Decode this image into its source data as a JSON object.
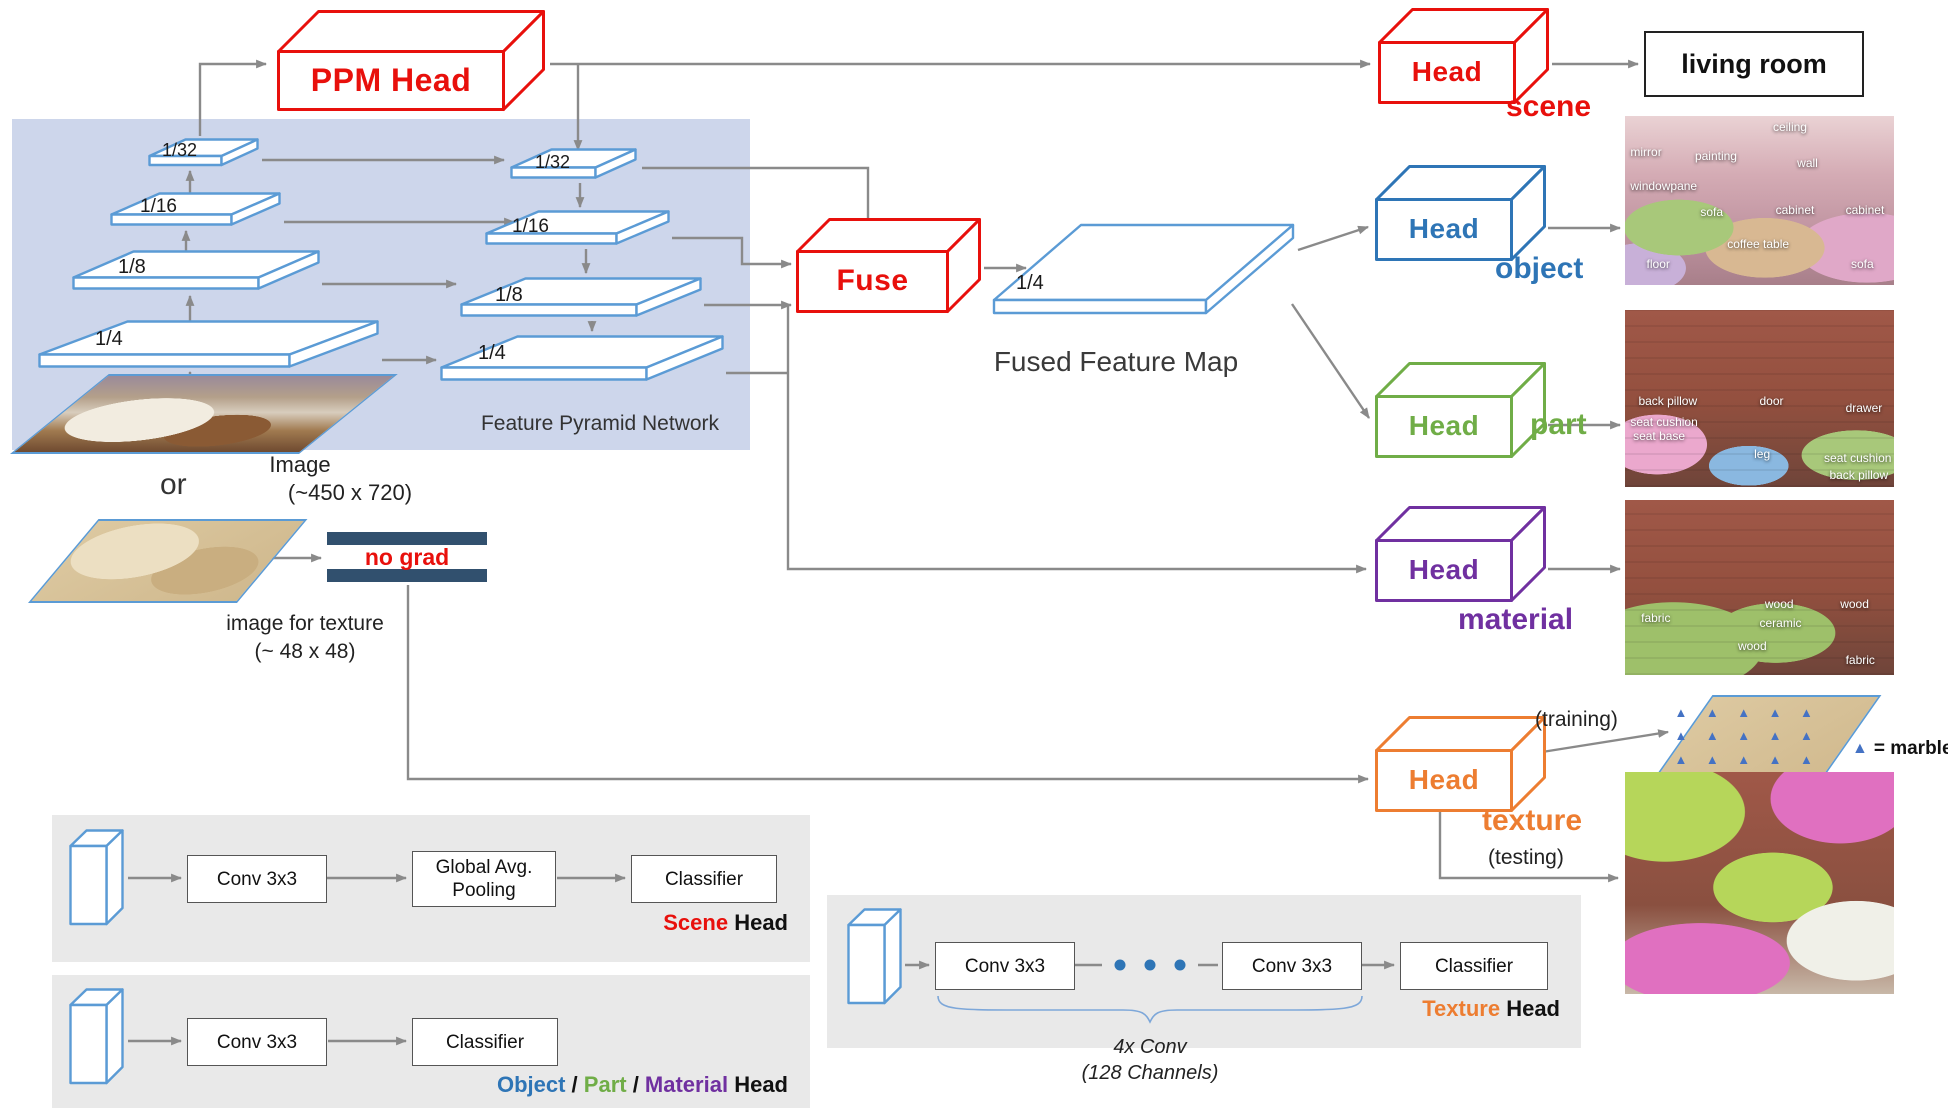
{
  "ppm_head": {
    "label": "PPM Head"
  },
  "fpn": {
    "title": "Feature Pyramid Network",
    "left_scales": [
      "1/32",
      "1/16",
      "1/8",
      "1/4"
    ],
    "right_scales": [
      "1/32",
      "1/16",
      "1/8",
      "1/4"
    ]
  },
  "inputs": {
    "or": "or",
    "image_caption_1": "Image",
    "image_caption_2": "(~450 x 720)",
    "texture_caption_1": "image for texture",
    "texture_caption_2": "(~ 48 x 48)",
    "no_grad": "no grad"
  },
  "fuse": {
    "label": "Fuse"
  },
  "fused_map": {
    "scale": "1/4",
    "caption": "Fused Feature Map"
  },
  "heads": {
    "scene": {
      "box": "Head",
      "tag": "scene",
      "output_text": "living room",
      "color": "#e8100c"
    },
    "object": {
      "box": "Head",
      "tag": "object",
      "color": "#2e75b6"
    },
    "part": {
      "box": "Head",
      "tag": "part",
      "color": "#70ad47"
    },
    "material": {
      "box": "Head",
      "tag": "material",
      "color": "#7030a0"
    },
    "texture": {
      "box": "Head",
      "tag": "texture",
      "color": "#ed7d31",
      "training_label": "(training)",
      "testing_label": "(testing)",
      "legend_marker": "▲",
      "legend_text": "= marbled"
    }
  },
  "seg_labels": {
    "object": [
      "ceiling",
      "mirror",
      "painting",
      "wall",
      "windowpane",
      "sofa",
      "cabinet",
      "cabinet",
      "coffee table",
      "floor",
      "sofa"
    ],
    "part": [
      "back pillow",
      "door",
      "drawer",
      "seat cushion",
      "seat base",
      "leg",
      "seat cushion",
      "back pillow"
    ],
    "material": [
      "fabric",
      "wood",
      "ceramic",
      "wood",
      "wood",
      "fabric"
    ]
  },
  "panels": {
    "scene": {
      "conv": "Conv 3x3",
      "gap_1": "Global Avg.",
      "gap_2": "Pooling",
      "classifier": "Classifier",
      "title_colored": "Scene",
      "title_rest": " Head"
    },
    "opm": {
      "conv": "Conv 3x3",
      "classifier": "Classifier",
      "t_object": "Object",
      "t_sep1": " / ",
      "t_part": "Part",
      "t_sep2": " / ",
      "t_material": "Material",
      "t_rest": " Head"
    },
    "texture": {
      "conv1": "Conv 3x3",
      "conv2": "Conv 3x3",
      "classifier": "Classifier",
      "title_colored": "Texture",
      "title_rest": " Head",
      "caption_1": "4x Conv",
      "caption_2": "(128 Channels)"
    }
  },
  "colors": {
    "red": "#e8100c",
    "blue": "#2e75b6",
    "green": "#70ad47",
    "purple": "#7030a0",
    "orange": "#ed7d31",
    "slab_stroke": "#5b9bd5",
    "arrow": "#8a8a8a",
    "fpn_bg": "#cdd6eb",
    "panel_bg": "#e9e9e9",
    "no_grad_bar": "#31506e"
  }
}
